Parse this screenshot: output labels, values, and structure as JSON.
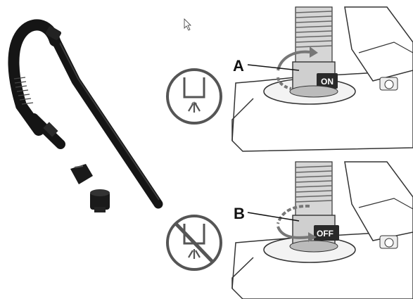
{
  "callouts": {
    "top_letter": "A",
    "bottom_letter": "B"
  },
  "dial": {
    "top_label": "ON",
    "bottom_label": "OFF"
  },
  "colors": {
    "tube": "#151515",
    "line": "#333333",
    "arrow": "#777777",
    "background": "#ffffff"
  }
}
